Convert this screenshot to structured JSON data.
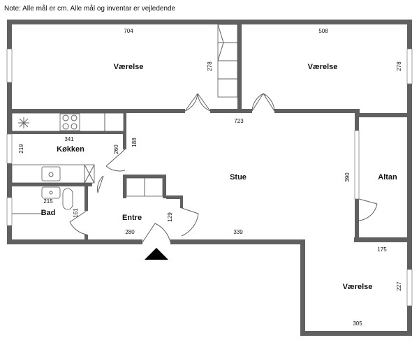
{
  "note": "Note: Alle mål er cm. Alle mål og inventar er vejledende",
  "rooms": {
    "vaerelse1": "Værelse",
    "vaerelse2": "Værelse",
    "vaerelse3": "Værelse",
    "koekken": "Køkken",
    "stue": "Stue",
    "altan": "Altan",
    "entre": "Entre",
    "bad": "Bad"
  },
  "dimensions": {
    "v1_width": "704",
    "v1_depth": "278",
    "v2_width": "508",
    "v2_depth": "278",
    "stue_width": "723",
    "koekken_width": "341",
    "koekken_depth": "219",
    "pillar_a": "260",
    "pillar_b": "188",
    "stue_depth": "390",
    "bad_width": "215",
    "bad_depth": "161",
    "entre_width": "280",
    "entre_depth": "129",
    "lower_width": "339",
    "v3_top_width": "175",
    "v3_depth": "227",
    "v3_width": "305"
  },
  "colors": {
    "wall": "#606060",
    "entrance_arrow": "#000000"
  }
}
